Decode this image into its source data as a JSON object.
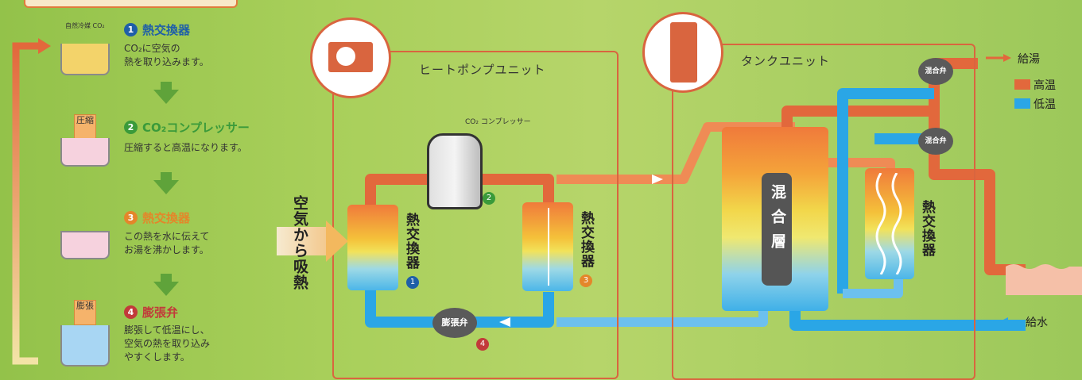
{
  "colors": {
    "hot": "#e2683c",
    "cold": "#2aa6e6",
    "green": "#5fa33a",
    "frame": "#d9653f",
    "num1": "#1f5fa8",
    "num2": "#3a9a3a",
    "num3": "#e4862a",
    "num4": "#c23a3a"
  },
  "steps": [
    {
      "num": "1",
      "title": "熱交換器",
      "desc1": "CO₂に空気の",
      "desc2": "熱を取り込みます。",
      "beaker_label": "自然冷媒 CO₂"
    },
    {
      "num": "2",
      "title": "CO₂コンプレッサー",
      "desc1": "圧縮すると高温になります。",
      "tag": "圧縮"
    },
    {
      "num": "3",
      "title": "熱交換器",
      "desc1": "この熱を水に伝えて",
      "desc2": "お湯を沸かします。"
    },
    {
      "num": "4",
      "title": "膨張弁",
      "desc1": "膨張して低温にし、",
      "desc2": "空気の熱を取り込み",
      "desc3": "やすくします。",
      "tag": "膨張"
    }
  ],
  "heatpump": {
    "label": "ヒートポンプユニット",
    "compressor_label": "CO₂ コンプレッサー",
    "air_label": "空気から吸熱",
    "hx1": "熱交換器",
    "hx3": "熱交換器",
    "valve": "膨張弁",
    "n1": "1",
    "n2": "2",
    "n3": "3",
    "n4": "4"
  },
  "tank": {
    "label": "タンクユニット",
    "mix_layer": "混合層",
    "hx": "熱交換器",
    "valve": "混合弁"
  },
  "legend": {
    "hot_out": "給湯",
    "hot": "高温",
    "cold": "低温",
    "cold_in": "給水"
  }
}
